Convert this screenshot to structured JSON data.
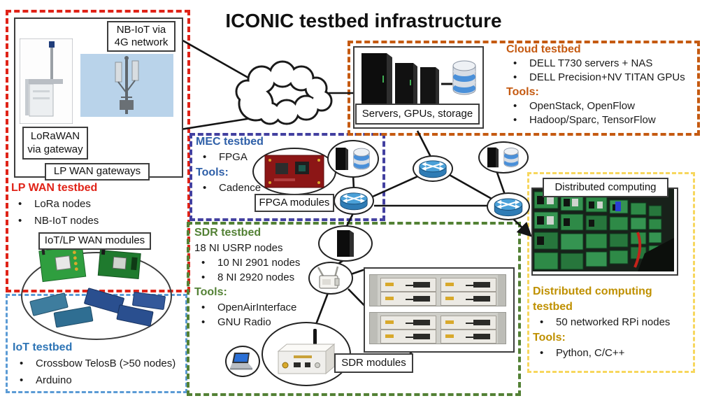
{
  "title": "ICONIC testbed infrastructure",
  "lpwan": {
    "title": "LP WAN testbed",
    "items": [
      "LoRa nodes",
      "NB-IoT nodes"
    ],
    "nbiot_label": "NB-IoT via 4G network",
    "lorawan_label": "LoRaWAN via gateway",
    "gateways_label": "LP WAN gateways",
    "modules_label": "IoT/LP WAN modules"
  },
  "iot": {
    "title": "IoT testbed",
    "items": [
      "Crossbow TelosB (>50 nodes)",
      "Arduino"
    ]
  },
  "mec": {
    "title": "MEC testbed",
    "items": [
      "FPGA"
    ],
    "tools_label": "Tools:",
    "tools": [
      "Cadence"
    ],
    "modules_label": "FPGA modules"
  },
  "cloud": {
    "title": "Cloud testbed",
    "items": [
      "DELL T730 servers + NAS",
      "DELL Precision+NV TITAN GPUs"
    ],
    "tools_label": "Tools:",
    "tools": [
      "OpenStack, OpenFlow",
      "Hadoop/Sparc, TensorFlow"
    ],
    "servers_label": "Servers, GPUs, storage"
  },
  "sdr": {
    "title": "SDR testbed",
    "subtitle": "18 NI USRP nodes",
    "items": [
      "10 NI 2901 nodes",
      "8 NI 2920 nodes"
    ],
    "tools_label": "Tools:",
    "tools": [
      "OpenAirInterface",
      "GNU Radio"
    ],
    "modules_label": "SDR modules"
  },
  "distributed": {
    "title": "Distributed computing testbed",
    "items": [
      "50 networked RPi nodes"
    ],
    "tools_label": "Tools:",
    "tools": [
      "Python, C/C++"
    ],
    "image_label": "Distributed computing"
  },
  "colors": {
    "lpwan_border": "#e02318",
    "lpwan_title": "#e02318",
    "iot_border": "#5b9bd5",
    "iot_title": "#2e75b6",
    "mec_border": "#4340a0",
    "mec_title": "#2e5fa8",
    "sdr_border": "#538135",
    "sdr_title": "#538135",
    "cloud_border": "#c55a11",
    "cloud_title": "#c55a11",
    "distributed_border": "#f7d75e",
    "distributed_title": "#bf9000"
  },
  "icons": [
    "cloud-icon",
    "router-icon",
    "server-tower-icon",
    "database-icon",
    "laptop-icon",
    "usrp-icon",
    "usrp-rack-icon",
    "fpga-board-icon",
    "antenna-tower-icon",
    "lora-gateway-icon",
    "iot-board-icon",
    "rpi-cluster-icon"
  ]
}
